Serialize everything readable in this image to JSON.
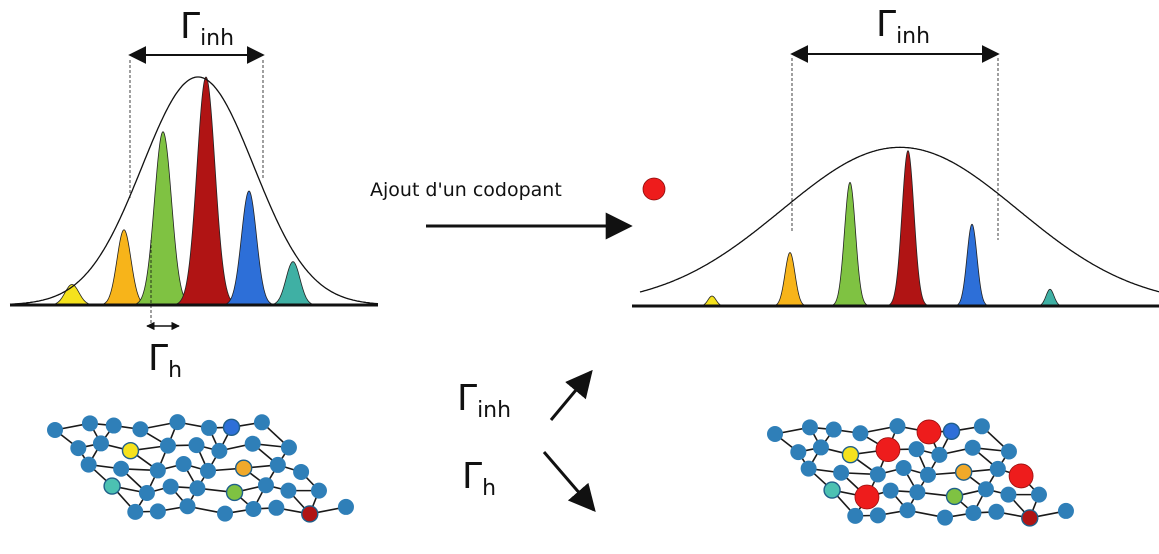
{
  "labels": {
    "gamma_symbol": "Γ",
    "inh_subscript": "inh",
    "h_subscript": "h",
    "action_text": "Ajout d'un codopant"
  },
  "colors": {
    "line": "#111111",
    "codopant": "#ee1c1c",
    "lattice_node": "#2f7fb8",
    "lattice_edge": "#1a1a1a",
    "peaks": [
      "#f5e21d",
      "#f7b41a",
      "#7fc242",
      "#b01414",
      "#2d6fd8",
      "#3fb0a4"
    ],
    "highlight_nodes": {
      "yellow": "#f5e21d",
      "orange": "#f0a92a",
      "green": "#7fc242",
      "teal": "#4cc1b2",
      "blue": "#2d6fd8",
      "dark-red": "#b01414"
    }
  },
  "spectra": [
    {
      "name": "before-codopant",
      "peak_heights": [
        0.09,
        0.33,
        0.76,
        1.0,
        0.5,
        0.19
      ],
      "envelope_height": 1.0
    },
    {
      "name": "after-codopant",
      "peak_heights": [
        0.06,
        0.32,
        0.74,
        0.93,
        0.49,
        0.1
      ],
      "envelope_height": 0.95
    }
  ],
  "lattices": [
    {
      "name": "lattice-before",
      "highlights": [
        "yellow",
        "orange",
        "green",
        "teal",
        "blue",
        "dark-red"
      ],
      "codopant_count": 0
    },
    {
      "name": "lattice-after",
      "highlights": [
        "yellow",
        "orange",
        "green",
        "teal",
        "blue",
        "dark-red"
      ],
      "codopant_count": 4
    }
  ]
}
